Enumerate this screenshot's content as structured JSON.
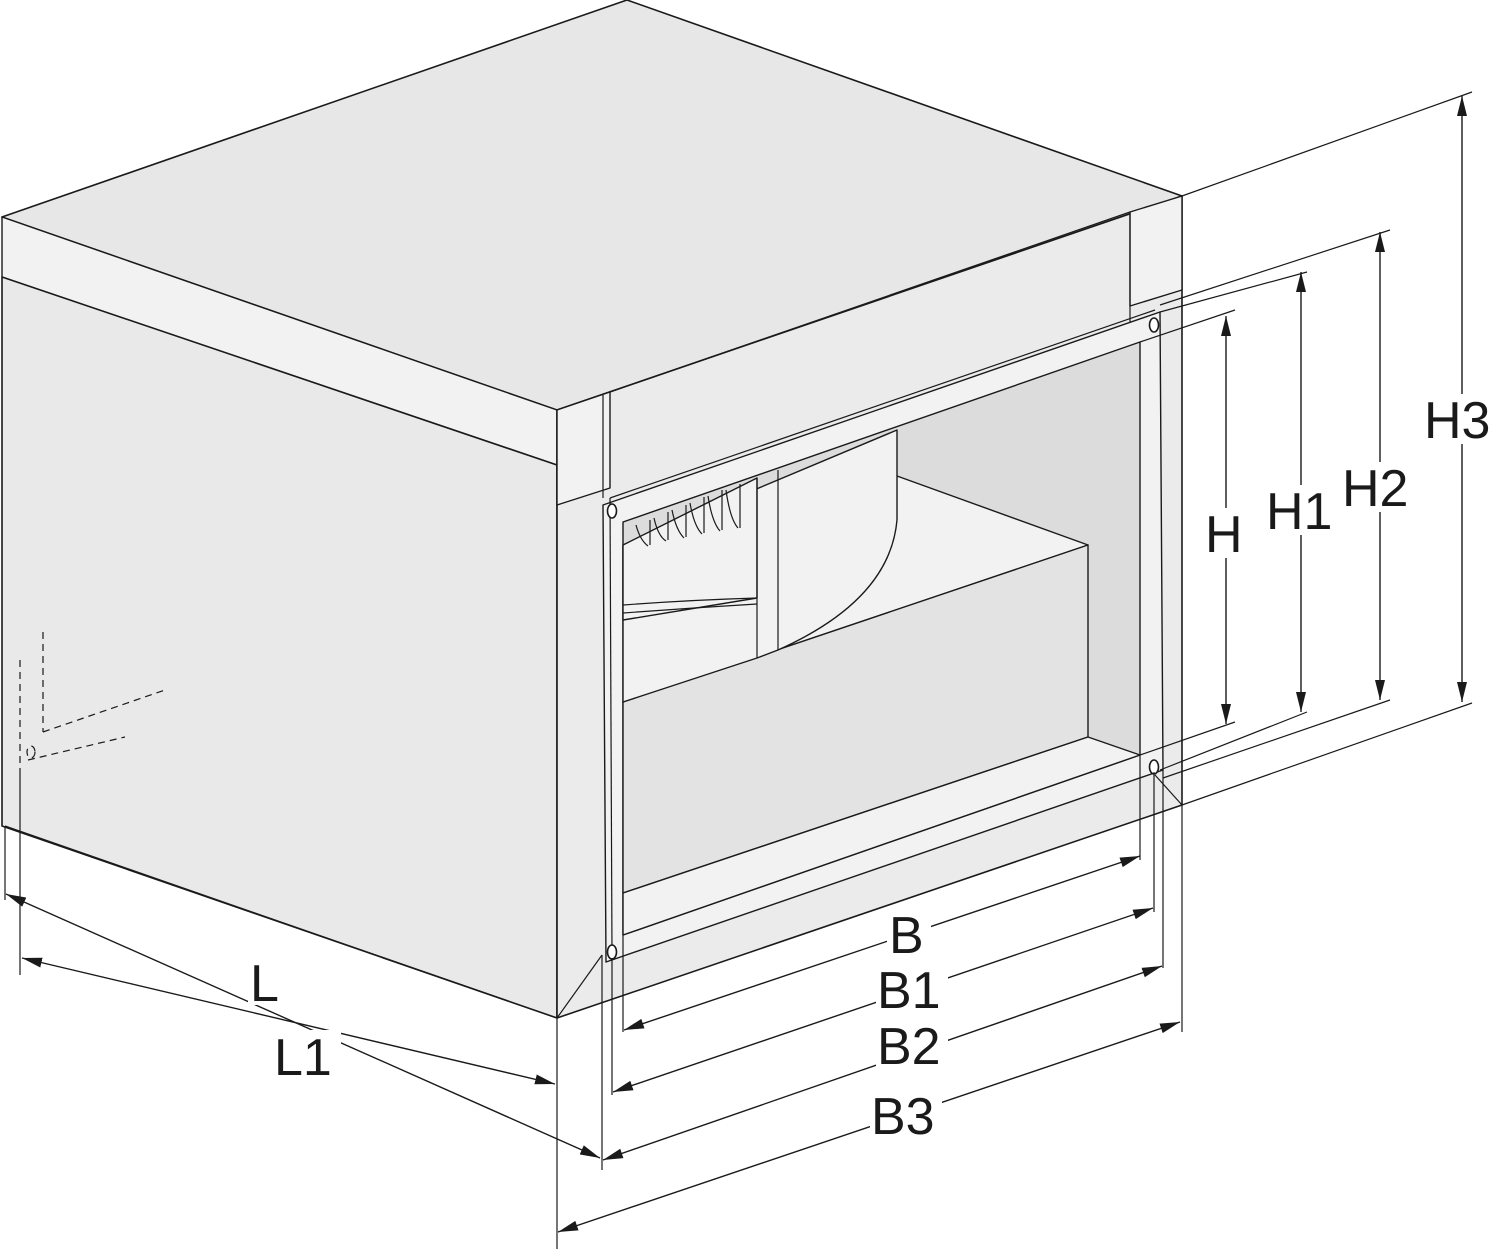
{
  "labels": {
    "L": "L",
    "L1": "L1",
    "B": "B",
    "B1": "B1",
    "B2": "B2",
    "B3": "B3",
    "H": "H",
    "H1": "H1",
    "H2": "H2",
    "H3": "H3"
  }
}
